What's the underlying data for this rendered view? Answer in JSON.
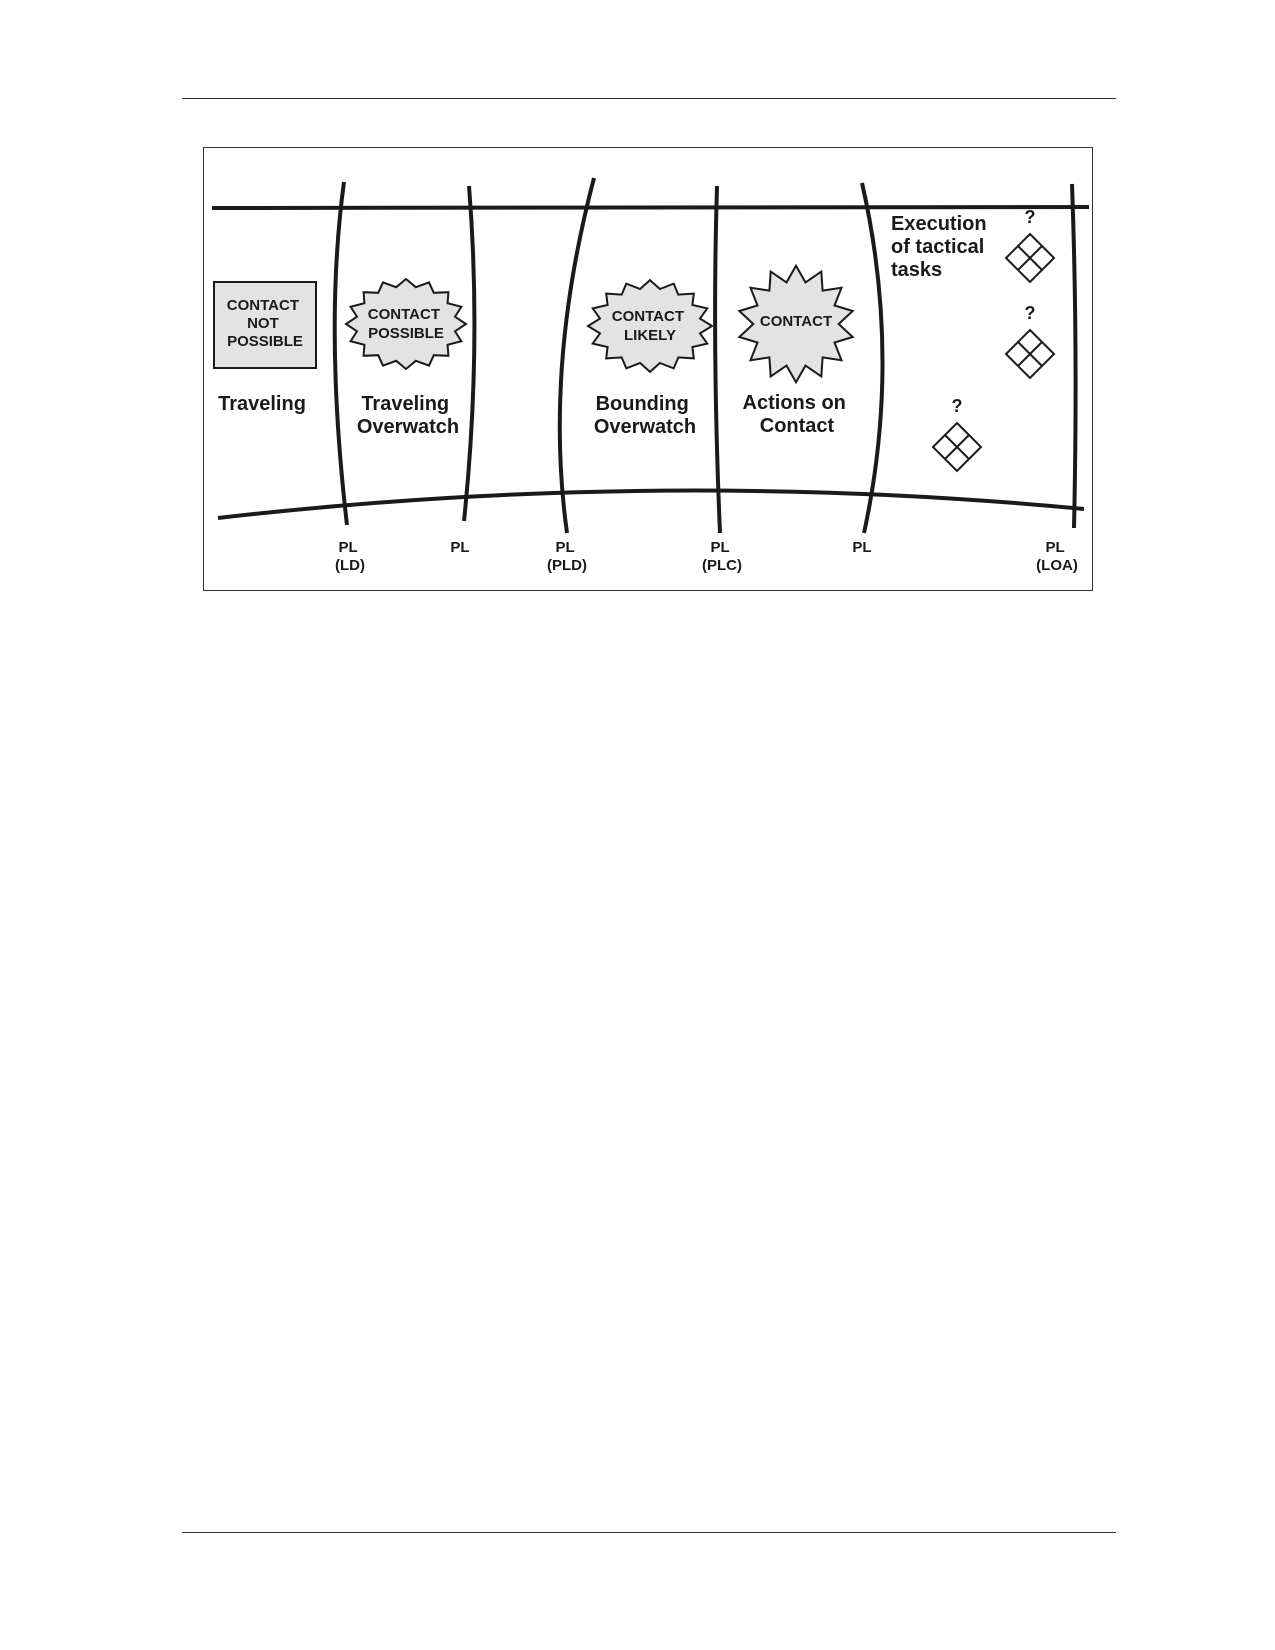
{
  "figure": {
    "phases": {
      "traveling": [
        "Traveling"
      ],
      "traveling_overwatch": [
        "Traveling",
        "Overwatch"
      ],
      "bounding_overwatch": [
        "Bounding",
        "Overwatch"
      ],
      "actions_on_contact": [
        "Actions on",
        "Contact"
      ],
      "execution": [
        "Execution",
        "of tactical",
        "tasks"
      ]
    },
    "badges": {
      "not_possible": [
        "CONTACT",
        "NOT",
        "POSSIBLE"
      ],
      "possible": [
        "CONTACT",
        "POSSIBLE"
      ],
      "likely": [
        "CONTACT",
        "LIKELY"
      ],
      "contact": [
        "CONTACT"
      ]
    },
    "phase_lines": {
      "ld": [
        "PL",
        "(LD)"
      ],
      "pl2": [
        "PL"
      ],
      "pld": [
        "PL",
        "(PLD)"
      ],
      "plc": [
        "PL",
        "(PLC)"
      ],
      "pl5": [
        "PL"
      ],
      "loa": [
        "PL",
        "(LOA)"
      ]
    },
    "unknown_marker": "?"
  }
}
